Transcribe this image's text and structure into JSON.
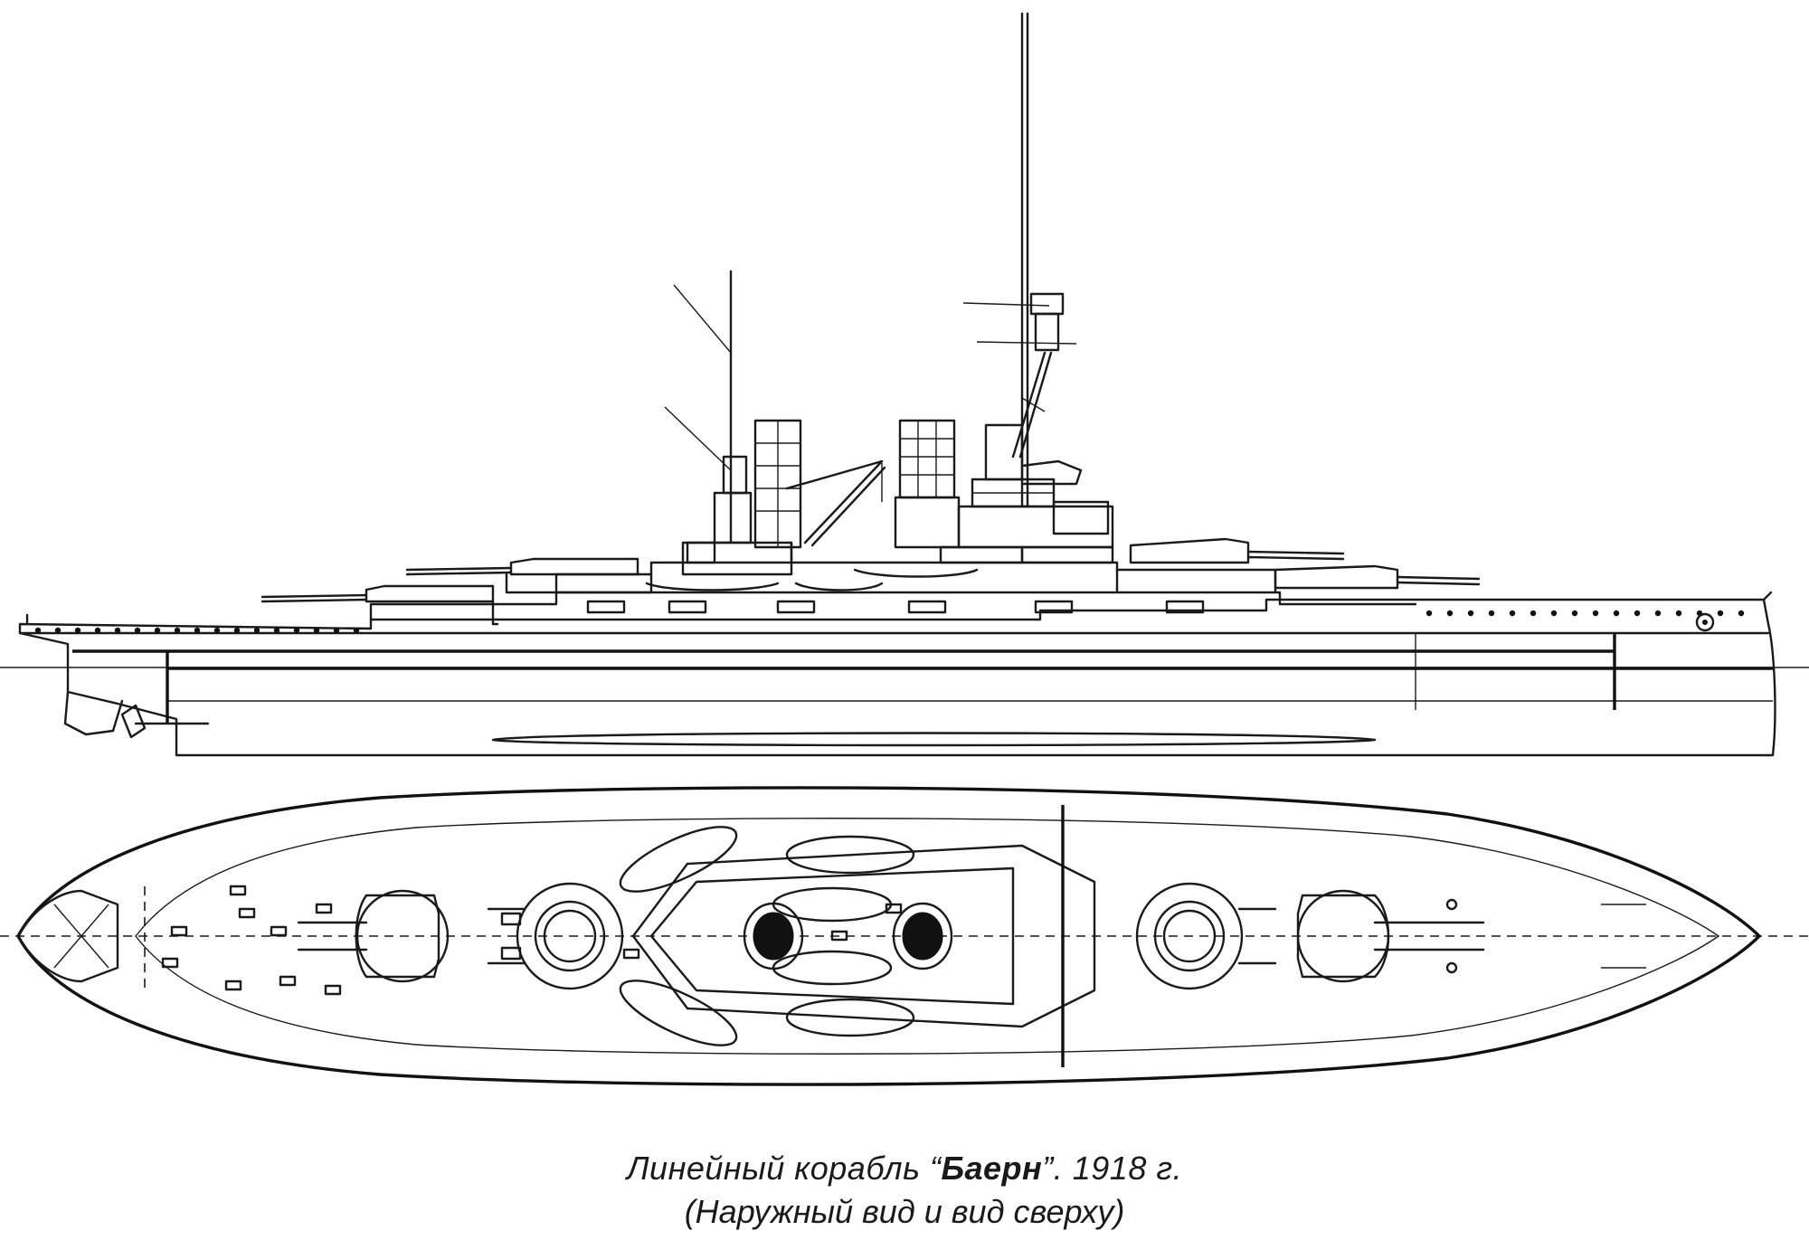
{
  "caption": {
    "prefix": "Линейный корабль “",
    "ship_name": "Баерн",
    "suffix": "”. 1918 г.",
    "subtitle": "(Наружный вид и вид сверху)"
  },
  "colors": {
    "ink": "#1a1a1a",
    "paper": "#ffffff"
  }
}
